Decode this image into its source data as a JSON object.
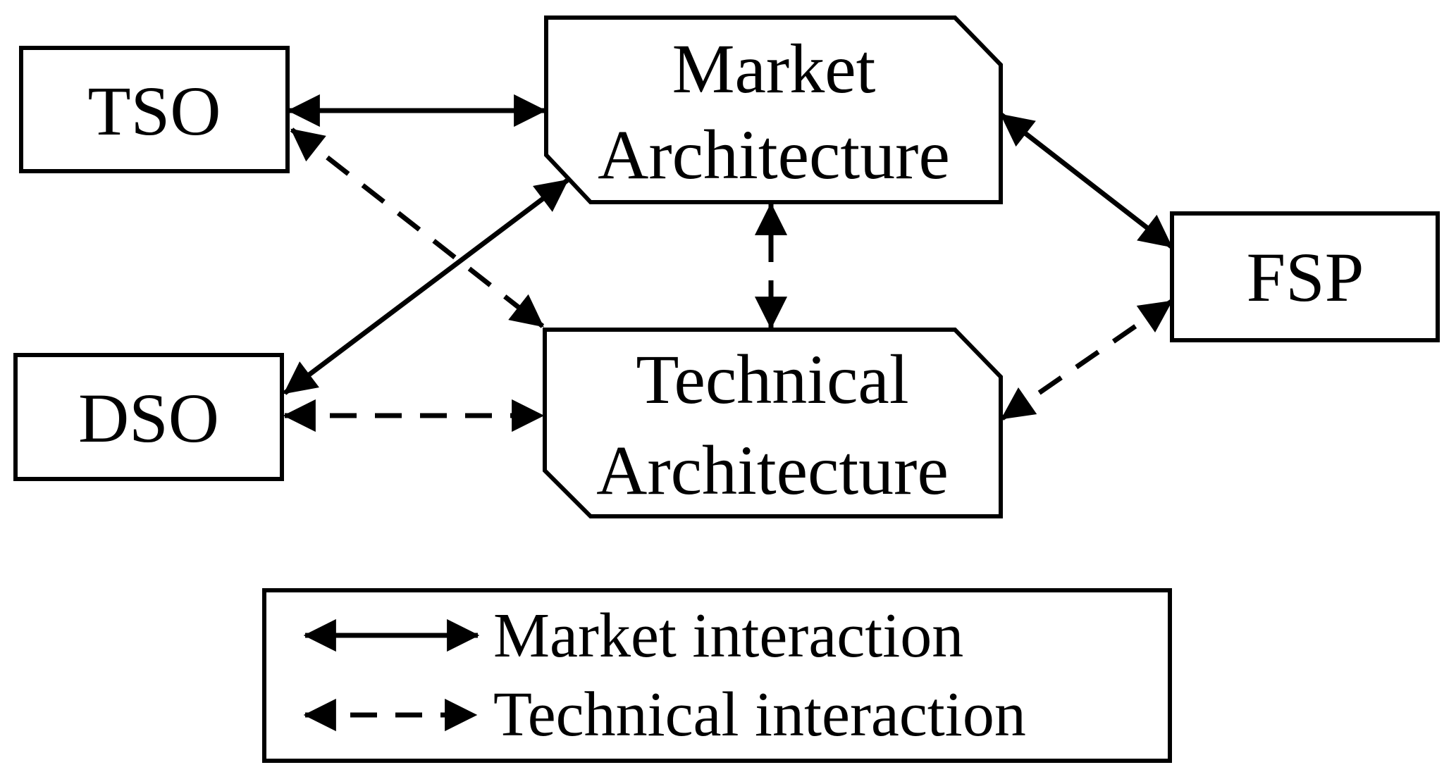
{
  "figure": {
    "background": "#ffffff",
    "ink": "#000000",
    "nodes": {
      "tso": {
        "label": "TSO"
      },
      "dso": {
        "label": "DSO"
      },
      "market": {
        "line1": "Market",
        "line2": "Architecture"
      },
      "technical": {
        "line1": "Technical",
        "line2": "Architecture"
      },
      "fsp": {
        "label": "FSP"
      }
    },
    "edges": [
      {
        "from": "TSO",
        "to": "Market Architecture",
        "type": "market",
        "style": "solid",
        "bidirectional": true
      },
      {
        "from": "TSO",
        "to": "Technical Architecture",
        "type": "technical",
        "style": "dashed",
        "bidirectional": true
      },
      {
        "from": "DSO",
        "to": "Market Architecture",
        "type": "market",
        "style": "solid",
        "bidirectional": true
      },
      {
        "from": "DSO",
        "to": "Technical Architecture",
        "type": "technical",
        "style": "dashed",
        "bidirectional": true
      },
      {
        "from": "Market Architecture",
        "to": "Technical Architecture",
        "type": "market",
        "style": "solid",
        "bidirectional": true
      },
      {
        "from": "Market Architecture",
        "to": "FSP",
        "type": "market",
        "style": "solid",
        "bidirectional": true
      },
      {
        "from": "Technical Architecture",
        "to": "FSP",
        "type": "technical",
        "style": "dashed",
        "bidirectional": true
      }
    ],
    "legend": {
      "items": [
        {
          "label": "Market interaction",
          "style": "solid"
        },
        {
          "label": "Technical interaction",
          "style": "dashed"
        }
      ]
    }
  }
}
